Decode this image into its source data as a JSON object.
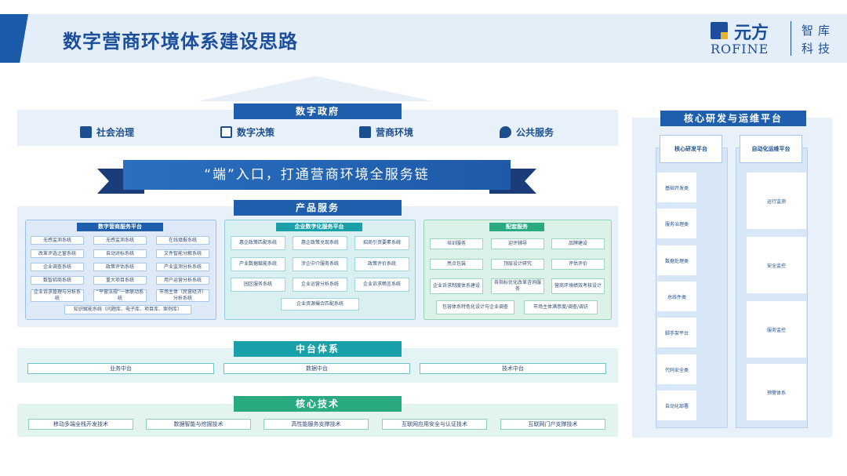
{
  "title": "数字营商环境体系建设思路",
  "logo": {
    "cn": "元方",
    "en": "ROFINE",
    "side1": "智库",
    "side2": "科技"
  },
  "gov": {
    "tab": "数字政府",
    "items": [
      {
        "label": "社会治理",
        "icon": "building-icon"
      },
      {
        "label": "数字决策",
        "icon": "chart-icon"
      },
      {
        "label": "营商环境",
        "icon": "shop-icon"
      },
      {
        "label": "公共服务",
        "icon": "handshake-icon"
      }
    ]
  },
  "banner": "“端”入口，打通营商环境全服务链",
  "product": {
    "tab": "产品服务",
    "p1": {
      "title": "数字营商服务平台",
      "cells": [
        "无感监测系统",
        "无感监测系统",
        "在线填报系统",
        "改革评选之窗系统",
        "自动对标系统",
        "文件智能分解系统",
        "企业调查系统",
        "政策评估系统",
        "产业监测分析系统",
        "数智招商系统",
        "重大项目系统",
        "用户运营分析系统",
        "企业诉求管理与分析系统",
        "“平营法规”一体联动系统",
        "市场主体（民营经济）分析系统"
      ],
      "wide": "知识赋能系统（问题库、电子库、项目库、案例库）"
    },
    "p2": {
      "title": "企业数字化服务平台",
      "cells": [
        "惠企政策匹配系统",
        "惠企政策兑现系统",
        "招商引资要素系统",
        "产业数据赋能系统",
        "涉企中介服务系统",
        "政策评价系统",
        "园区服务系统",
        "企业运营分析系统",
        "企业诉求畅言系统"
      ],
      "wide": "企业资源撮合匹配系统"
    },
    "p3": {
      "title": "配套服务",
      "cells": [
        "培训服务",
        "迎评辅导",
        "品牌建设",
        "亮点包装",
        "顶层设计研究",
        "评估评价",
        "企业诉求制度体系建设",
        "各指标优化改革咨询服务",
        "营商环境绩效考核设计"
      ],
      "wide": [
        "包容体系特色化设计与企业调查",
        "市场主体满意度/调查/调访"
      ]
    }
  },
  "mid": {
    "tab": "中台体系",
    "items": [
      "业务中台",
      "数据中台",
      "技术中台"
    ]
  },
  "core": {
    "tab": "核心技术",
    "items": [
      "移动多端全栈开发技术",
      "数据智能与挖掘技术",
      "高性能服务支撑技术",
      "互联网应用安全与认证技术",
      "互联网门户支撑技术"
    ]
  },
  "right": {
    "tab": "核心研发与运维平台",
    "col1": {
      "head": "核心研发平台",
      "items": [
        "基础开发类",
        "服务治理类",
        "数据处理类",
        "总线件类",
        "脚手架平台",
        "代码安全类",
        "自动化部署"
      ]
    },
    "col2": {
      "head": "自动化运维平台",
      "items": [
        "运行监测",
        "安全监控",
        "服务监控",
        "预警体系"
      ]
    }
  },
  "colors": {
    "primary": "#1d5fac",
    "teal": "#1aa0a8",
    "green": "#2aaa80",
    "light": "#e8f0f9"
  }
}
